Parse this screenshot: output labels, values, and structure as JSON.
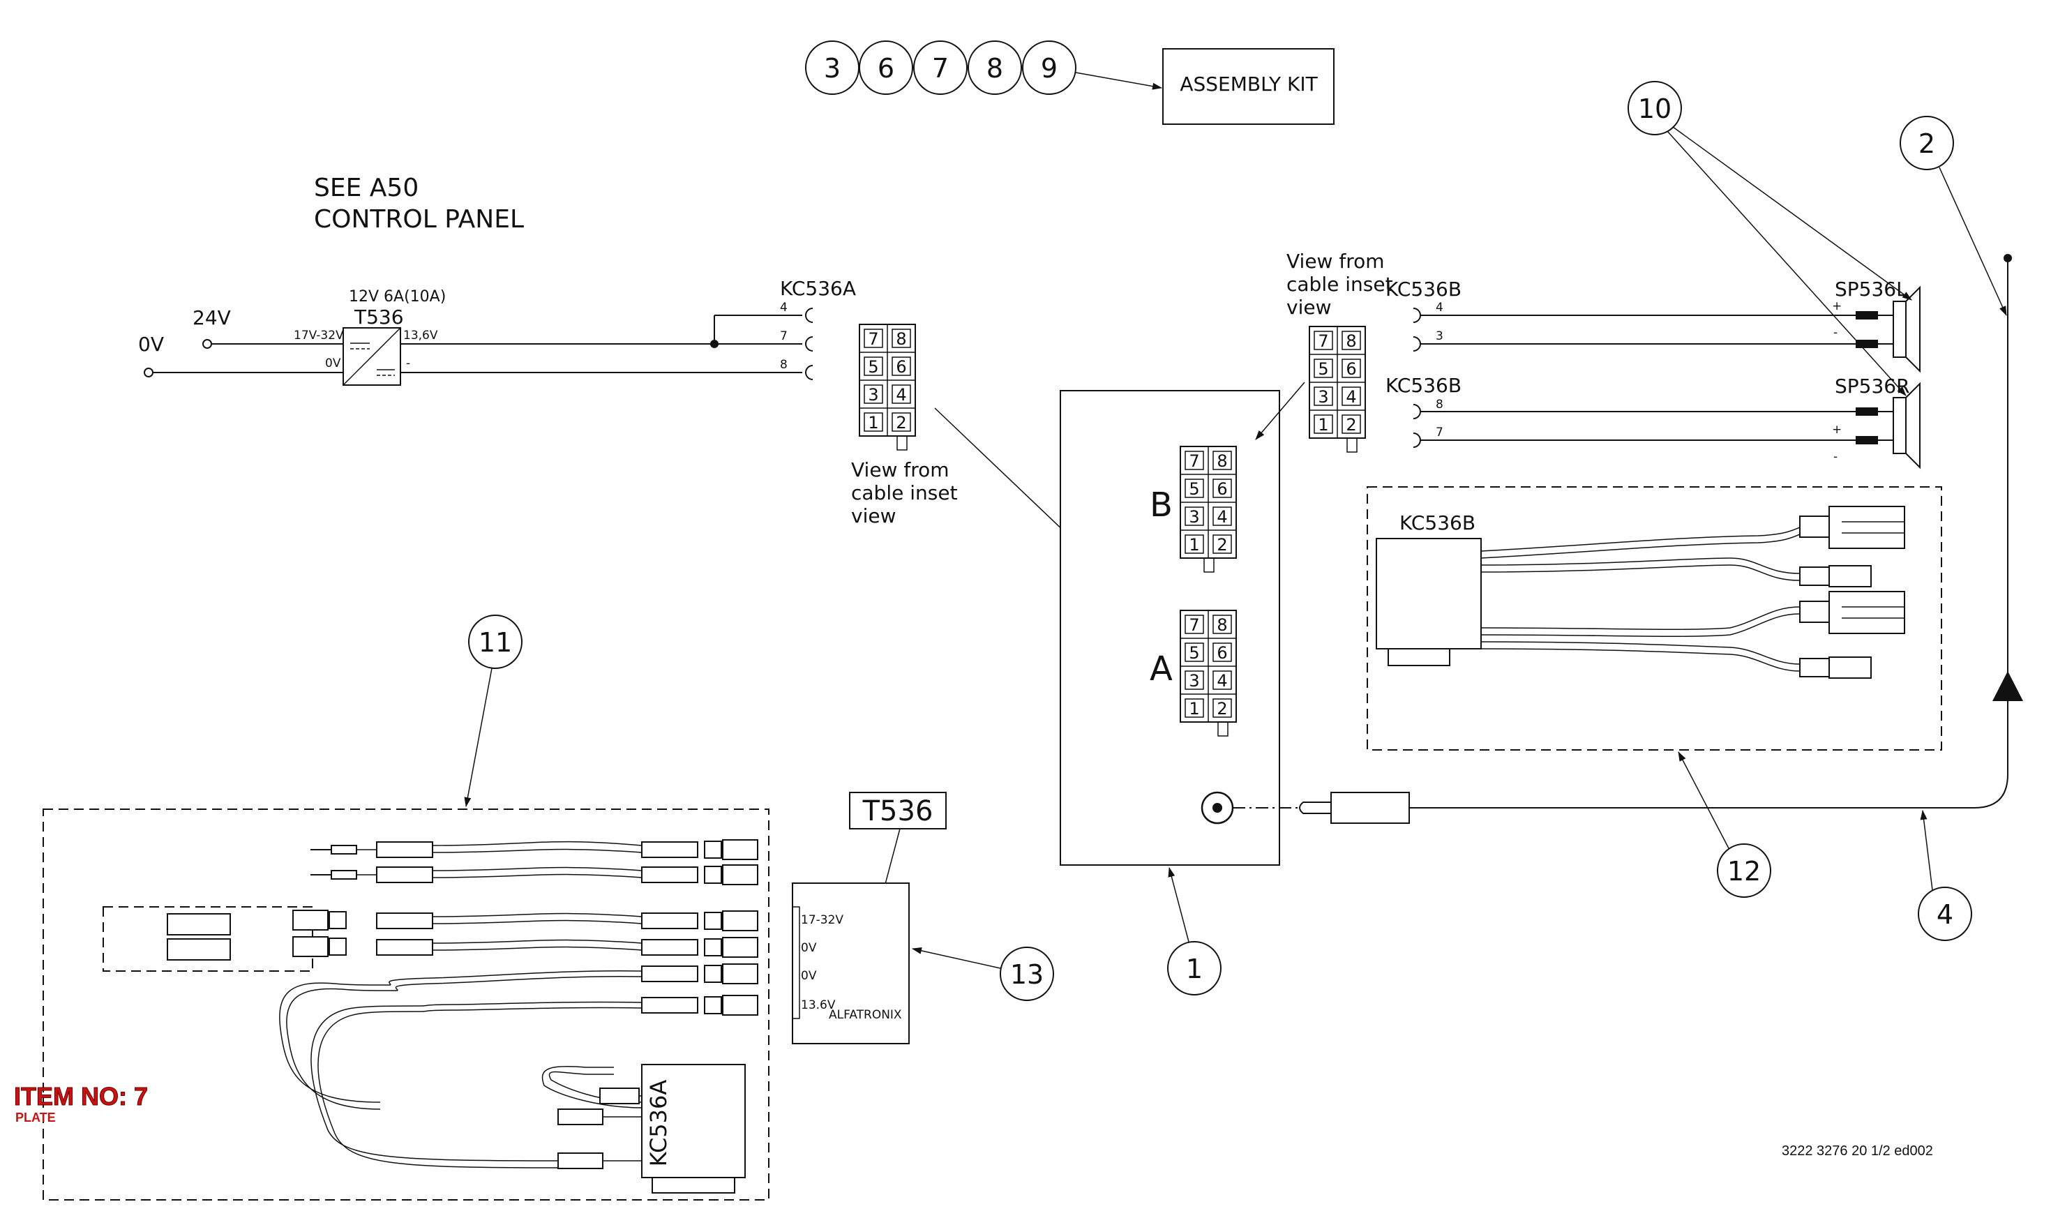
{
  "diagram": {
    "see_ref_line1": "SEE A50",
    "see_ref_line2": "CONTROL PANEL",
    "assembly_kit": "ASSEMBLY KIT",
    "kit_items": [
      "3",
      "6",
      "7",
      "8",
      "9"
    ],
    "bubbles": {
      "b1": "1",
      "b2": "2",
      "b4": "4",
      "b10": "10",
      "b11": "11",
      "b12": "12",
      "b13": "13"
    },
    "power": {
      "label_0v": "0V",
      "label_24v": "24V",
      "converter_rating": "12V 6A(10A)",
      "converter_name": "T536",
      "input_range": "17V-32V",
      "input_0v": "0V",
      "output_voltage": "13,6V",
      "output_minus": "-"
    },
    "connector_a": {
      "name": "KC536A",
      "pins": [
        "4",
        "7",
        "8"
      ]
    },
    "connector_b": {
      "name_top": "KC536B",
      "pins_top": [
        "4",
        "3"
      ],
      "name_bottom": "KC536B",
      "pins_bottom": [
        "8",
        "7"
      ]
    },
    "speakers": {
      "left": "SP536L",
      "right": "SP536R",
      "plus": "+",
      "minus": "-"
    },
    "view_note_line1": "View from",
    "view_note_line2": "cable inset",
    "view_note_line3": "view",
    "pin_grid": [
      "7",
      "8",
      "5",
      "6",
      "3",
      "4",
      "1",
      "2"
    ],
    "port_a": "A",
    "port_b": "B",
    "harness_label": "KC536B",
    "t536_box": "T536",
    "alfatronix": {
      "brand": "ALFATRONIX",
      "l1": "17-32V",
      "l2": "0V",
      "l3": "0V",
      "l4": "13.6V"
    },
    "kc536a_block": "KC536A",
    "item_no": "ITEM NO: 7",
    "item_sub": "PLATE",
    "doc_ref": "3222 3276 20 1/2 ed002"
  }
}
